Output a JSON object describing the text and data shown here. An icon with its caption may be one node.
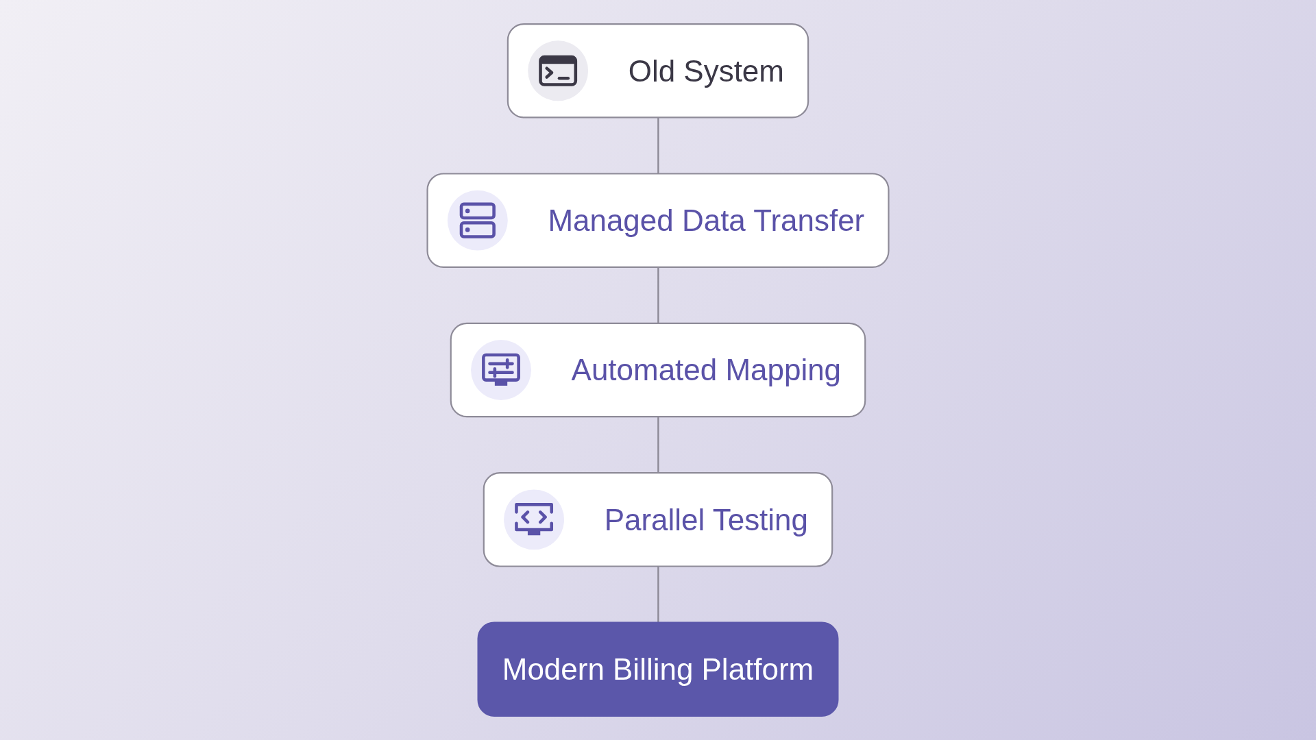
{
  "diagram": {
    "nodes": [
      {
        "text": [
          "Old System"
        ]
      },
      {
        "text": [
          "Managed Data Transfer"
        ]
      },
      {
        "text": [
          "Automated Mapping"
        ]
      },
      {
        "text": [
          "Parallel Testing"
        ]
      },
      {
        "text": [
          "Modern Billing Platform"
        ]
      }
    ],
    "edges": [
      {
        "from": 0,
        "to": 1,
        "arrow": "none"
      },
      {
        "from": 1,
        "to": 2,
        "arrow": "none"
      },
      {
        "from": 2,
        "to": 3,
        "arrow": "none"
      },
      {
        "from": 3,
        "to": 4,
        "arrow": "none"
      }
    ]
  }
}
